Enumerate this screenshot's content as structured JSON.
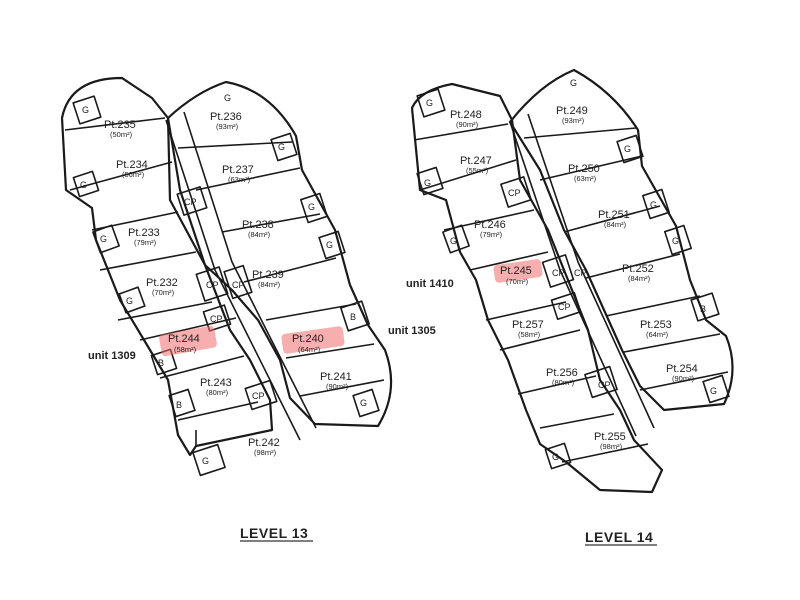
{
  "highlight_color": "#ef6b6b",
  "levels": [
    {
      "title": "LEVEL 13",
      "units": [
        {
          "id": "235",
          "label": "Pt.235",
          "area": "(50m²)"
        },
        {
          "id": "234",
          "label": "Pt.234",
          "area": "(56m²)"
        },
        {
          "id": "233",
          "label": "Pt.233",
          "area": "(79m²)"
        },
        {
          "id": "232",
          "label": "Pt.232",
          "area": "(70m²)"
        },
        {
          "id": "244",
          "label": "Pt.244",
          "area": "(58m²)"
        },
        {
          "id": "243",
          "label": "Pt.243",
          "area": "(80m²)"
        },
        {
          "id": "242",
          "label": "Pt.242",
          "area": "(98m²)"
        },
        {
          "id": "236",
          "label": "Pt.236",
          "area": "(93m²)"
        },
        {
          "id": "237",
          "label": "Pt.237",
          "area": "(63m²)"
        },
        {
          "id": "238",
          "label": "Pt.238",
          "area": "(84m²)"
        },
        {
          "id": "239",
          "label": "Pt.239",
          "area": "(84m²)"
        },
        {
          "id": "240",
          "label": "Pt.240",
          "area": "(64m²)"
        },
        {
          "id": "241",
          "label": "Pt.241",
          "area": "(90m²)"
        }
      ],
      "callouts": [
        {
          "text": "unit 1309",
          "target": "244"
        },
        {
          "text": "unit 1305",
          "target": "240"
        }
      ]
    },
    {
      "title": "LEVEL 14",
      "units": [
        {
          "id": "248",
          "label": "Pt.248",
          "area": "(90m²)"
        },
        {
          "id": "247",
          "label": "Pt.247",
          "area": "(55m²)"
        },
        {
          "id": "246",
          "label": "Pt.246",
          "area": "(79m²)"
        },
        {
          "id": "245",
          "label": "Pt.245",
          "area": "(70m²)"
        },
        {
          "id": "257",
          "label": "Pt.257",
          "area": "(58m²)"
        },
        {
          "id": "256",
          "label": "Pt.256",
          "area": "(80m²)"
        },
        {
          "id": "255",
          "label": "Pt.255",
          "area": "(98m²)"
        },
        {
          "id": "249",
          "label": "Pt.249",
          "area": "(93m²)"
        },
        {
          "id": "250",
          "label": "Pt.250",
          "area": "(63m²)"
        },
        {
          "id": "251",
          "label": "Pt.251",
          "area": "(84m²)"
        },
        {
          "id": "252",
          "label": "Pt.252",
          "area": "(84m²)"
        },
        {
          "id": "253",
          "label": "Pt.253",
          "area": "(64m²)"
        },
        {
          "id": "254",
          "label": "Pt.254",
          "area": "(90m²)"
        }
      ],
      "callouts": [
        {
          "text": "unit 1410",
          "target": "245"
        }
      ]
    }
  ],
  "tags": {
    "garage": "G",
    "carpark": "CP",
    "balcony": "B"
  }
}
